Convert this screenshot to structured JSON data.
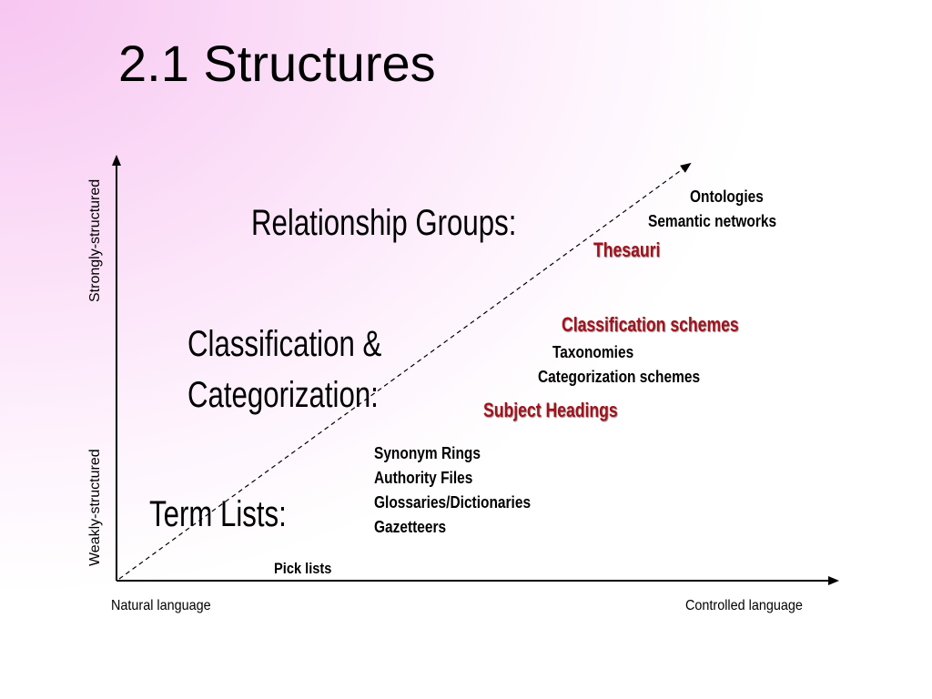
{
  "title": "2.1 Structures",
  "axes": {
    "x_start": "Natural language",
    "x_end": "Controlled language",
    "y_low": "Weakly-structured",
    "y_high": "Strongly-structured"
  },
  "groups": {
    "relationship": "Relationship Groups:",
    "classification_line1": "Classification &",
    "classification_line2": "Categorization:",
    "term_lists": "Term Lists:"
  },
  "items": {
    "ontologies": "Ontologies",
    "semantic_networks": "Semantic networks",
    "thesauri": "Thesauri",
    "classification_schemes": "Classification schemes",
    "taxonomies": "Taxonomies",
    "categorization_schemes": "Categorization schemes",
    "subject_headings": "Subject Headings",
    "synonym_rings": "Synonym Rings",
    "authority_files": "Authority Files",
    "glossaries": "Glossaries/Dictionaries",
    "gazetteers": "Gazetteers",
    "pick_lists": "Pick lists"
  },
  "colors": {
    "emphasis": "#a3121c",
    "text": "#000000"
  }
}
